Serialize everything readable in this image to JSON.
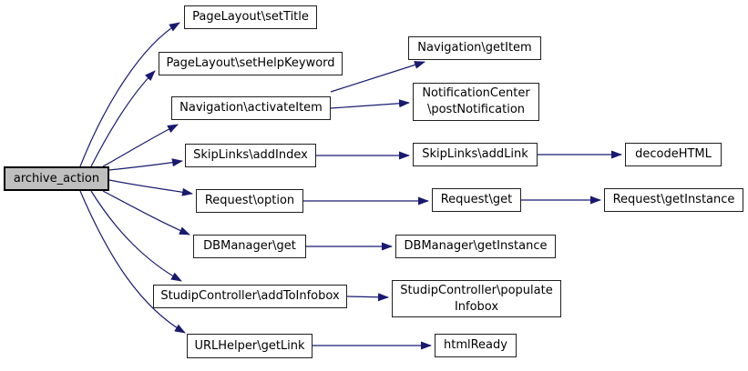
{
  "diagram": {
    "kind": "call-graph",
    "colors": {
      "background": "#ffffff",
      "edge": "#191970",
      "node_border": "#1f1f1f",
      "node_fill": "#ffffff",
      "highlight_fill": "#bfbfbf",
      "text": "#000000"
    },
    "nodes": [
      {
        "id": "archive-action",
        "label": "archive_action",
        "lines": [
          "archive_action"
        ],
        "highlighted": true
      },
      {
        "id": "pagelayout-settitle",
        "label": "PageLayout\\setTitle",
        "lines": [
          "PageLayout\\setTitle"
        ]
      },
      {
        "id": "pagelayout-sethelpkeyword",
        "label": "PageLayout\\setHelpKeyword",
        "lines": [
          "PageLayout\\setHelpKeyword"
        ]
      },
      {
        "id": "navigation-activateitem",
        "label": "Navigation\\activateItem",
        "lines": [
          "Navigation\\activateItem"
        ]
      },
      {
        "id": "skiplinks-addindex",
        "label": "SkipLinks\\addIndex",
        "lines": [
          "SkipLinks\\addIndex"
        ]
      },
      {
        "id": "request-option",
        "label": "Request\\option",
        "lines": [
          "Request\\option"
        ]
      },
      {
        "id": "dbmanager-get",
        "label": "DBManager\\get",
        "lines": [
          "DBManager\\get"
        ]
      },
      {
        "id": "studipcontroller-addtoinfobox",
        "label": "StudipController\\addToInfobox",
        "lines": [
          "StudipController\\addToInfobox"
        ]
      },
      {
        "id": "urlhelper-getlink",
        "label": "URLHelper\\getLink",
        "lines": [
          "URLHelper\\getLink"
        ]
      },
      {
        "id": "navigation-getitem",
        "label": "Navigation\\getItem",
        "lines": [
          "Navigation\\getItem"
        ]
      },
      {
        "id": "notificationcenter-postnotification",
        "label": "NotificationCenter\\postNotification",
        "lines": [
          "NotificationCenter",
          "\\postNotification"
        ]
      },
      {
        "id": "skiplinks-addlink",
        "label": "SkipLinks\\addLink",
        "lines": [
          "SkipLinks\\addLink"
        ]
      },
      {
        "id": "decodehtml",
        "label": "decodeHTML",
        "lines": [
          "decodeHTML"
        ]
      },
      {
        "id": "request-get",
        "label": "Request\\get",
        "lines": [
          "Request\\get"
        ]
      },
      {
        "id": "request-getinstance",
        "label": "Request\\getInstance",
        "lines": [
          "Request\\getInstance"
        ]
      },
      {
        "id": "dbmanager-getinstance",
        "label": "DBManager\\getInstance",
        "lines": [
          "DBManager\\getInstance"
        ]
      },
      {
        "id": "studipcontroller-populateinfobox",
        "label": "StudipController\\populateInfobox",
        "lines": [
          "StudipController\\populate",
          "Infobox"
        ]
      },
      {
        "id": "htmlready",
        "label": "htmlReady",
        "lines": [
          "htmlReady"
        ]
      }
    ],
    "edges": [
      {
        "from": "archive-action",
        "to": "pagelayout-settitle"
      },
      {
        "from": "archive-action",
        "to": "pagelayout-sethelpkeyword"
      },
      {
        "from": "archive-action",
        "to": "navigation-activateitem"
      },
      {
        "from": "archive-action",
        "to": "skiplinks-addindex"
      },
      {
        "from": "archive-action",
        "to": "request-option"
      },
      {
        "from": "archive-action",
        "to": "dbmanager-get"
      },
      {
        "from": "archive-action",
        "to": "studipcontroller-addtoinfobox"
      },
      {
        "from": "archive-action",
        "to": "urlhelper-getlink"
      },
      {
        "from": "navigation-activateitem",
        "to": "navigation-getitem"
      },
      {
        "from": "navigation-activateitem",
        "to": "notificationcenter-postnotification"
      },
      {
        "from": "skiplinks-addindex",
        "to": "skiplinks-addlink"
      },
      {
        "from": "skiplinks-addlink",
        "to": "decodehtml"
      },
      {
        "from": "request-option",
        "to": "request-get"
      },
      {
        "from": "request-get",
        "to": "request-getinstance"
      },
      {
        "from": "dbmanager-get",
        "to": "dbmanager-getinstance"
      },
      {
        "from": "studipcontroller-addtoinfobox",
        "to": "studipcontroller-populateinfobox"
      },
      {
        "from": "urlhelper-getlink",
        "to": "htmlready"
      }
    ]
  }
}
